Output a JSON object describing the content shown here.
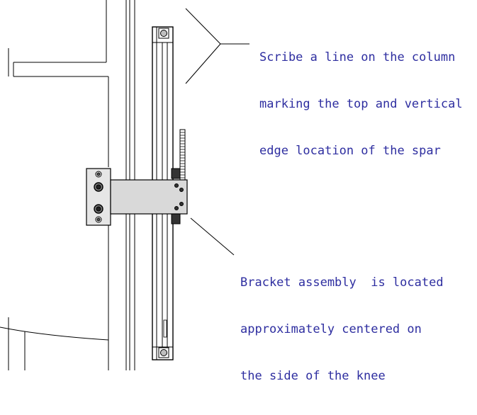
{
  "callouts": {
    "scribe_line": [
      "Scribe a line on the column",
      "marking the top and vertical",
      "edge location of the spar"
    ],
    "bracket": [
      "Bracket assembly  is located",
      "approximately centered on",
      "the side of the knee"
    ]
  },
  "colors": {
    "text": "#2e2ea0",
    "line": "#000000",
    "part_fill": "#d9d9d9",
    "background": "#ffffff"
  }
}
